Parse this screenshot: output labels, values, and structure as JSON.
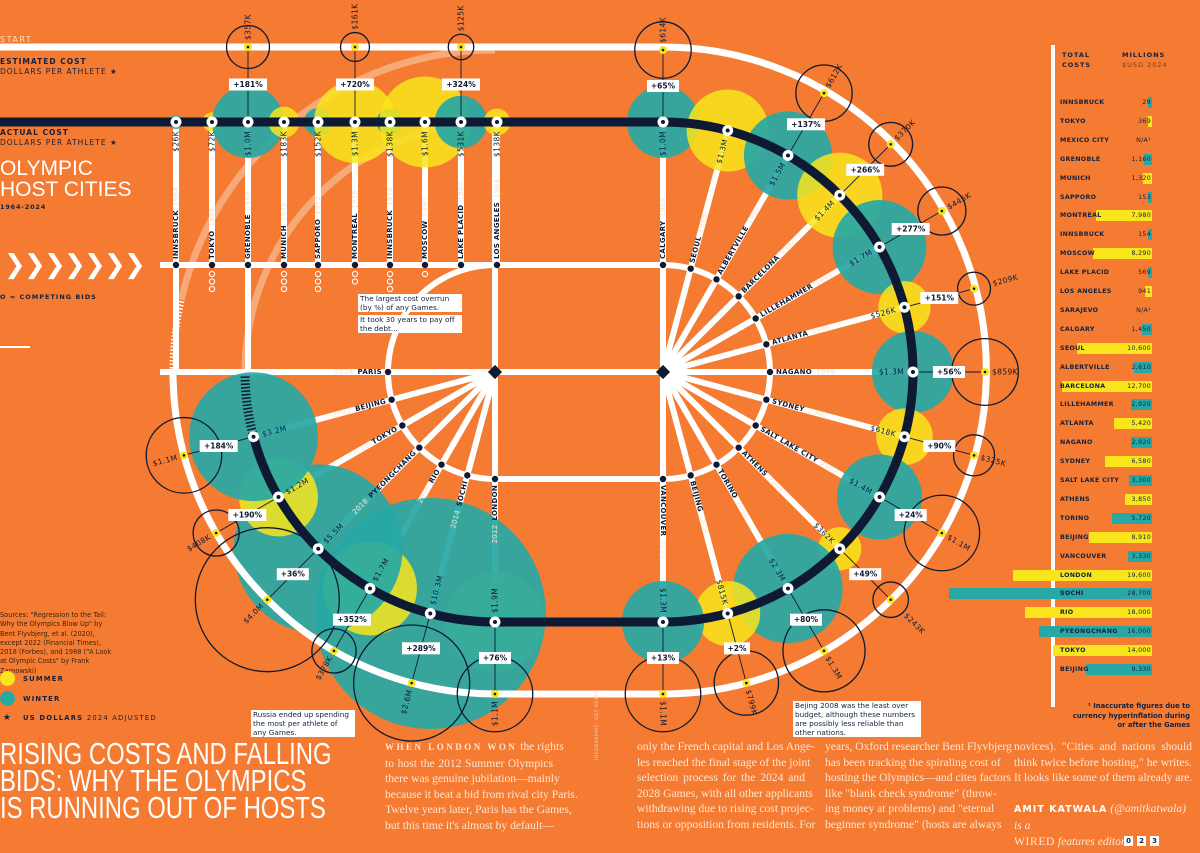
{
  "colors": {
    "background": "#f47b31",
    "summer": "#f8e51c",
    "winter": "#27a8a5",
    "track": "#0e1a33"
  },
  "header": {
    "start": "START",
    "estimated_label": "ESTIMATED COST",
    "estimated_sub": "DOLLARS PER ATHLETE ★",
    "actual_label": "ACTUAL COST",
    "actual_sub": "DOLLARS PER ATHLETE ★",
    "title_line1": "OLYMPIC",
    "title_line2": "HOST CITIES",
    "years": "1964-2024",
    "bids_legend": "O = COMPETING BIDS"
  },
  "sources": "Sources: \"Regression to the Tail: Why the Olympics Blow Up\" by Bent Flyvbjerg, et al. (2020), except 2022 (Financial Times), 2018 (Forbes), and 1988 (\"A Look at Olympic Costs\" by Frank Zarnowski)",
  "legend": {
    "summer": "SUMMER",
    "winter": "WINTER",
    "star_bold": "US DOLLARS",
    "star_rest": "2024 ADJUSTED"
  },
  "notes": {
    "montreal_1": "The largest cost overrun (by %) of any Games.",
    "montreal_2": "It took 30 years to pay off the debt...",
    "sochi": "Russia ended up spending the most per athlete of any Games.",
    "beijing": "Bejing 2008 was the least over budget, although these numbers are possibly less reliable than other nations."
  },
  "games": [
    {
      "city": "INNSBRUCK",
      "year": "1964",
      "season": "winter",
      "actual": "$26K",
      "actual_m": 0.026,
      "estimated": null,
      "estimated_m": null,
      "overrun": null,
      "bids": 2
    },
    {
      "city": "TOKYO",
      "year": "1964",
      "season": "summer",
      "actual": "$72K",
      "actual_m": 0.072,
      "estimated": null,
      "estimated_m": null,
      "overrun": null,
      "bids": 3
    },
    {
      "city": "GRENOBLE",
      "year": "1968",
      "season": "winter",
      "actual": "$1.0M",
      "actual_m": 1.0,
      "estimated": "$357K",
      "estimated_m": 0.357,
      "overrun": "+181%",
      "bids": 5
    },
    {
      "city": "MUNICH",
      "year": "1972",
      "season": "summer",
      "actual": "$183K",
      "actual_m": 0.183,
      "estimated": null,
      "estimated_m": null,
      "overrun": null,
      "bids": 3
    },
    {
      "city": "SAPPORO",
      "year": "1972",
      "season": "winter",
      "actual": "$152K",
      "actual_m": 0.152,
      "estimated": null,
      "estimated_m": null,
      "overrun": null,
      "bids": 3
    },
    {
      "city": "MONTREAL",
      "year": "1976",
      "season": "summer",
      "actual": "$1.3M",
      "actual_m": 1.3,
      "estimated": "$161K",
      "estimated_m": 0.161,
      "overrun": "+720%",
      "bids": 2
    },
    {
      "city": "INNSBRUCK",
      "year": "1976",
      "season": "winter",
      "actual": "$138K",
      "actual_m": 0.138,
      "estimated": null,
      "estimated_m": null,
      "overrun": null,
      "bids": 3
    },
    {
      "city": "MOSCOW",
      "year": "1980",
      "season": "summer",
      "actual": "$1.6M",
      "actual_m": 1.6,
      "estimated": null,
      "estimated_m": null,
      "overrun": null,
      "bids": 1
    },
    {
      "city": "LAKE PLACID",
      "year": "1980",
      "season": "winter",
      "actual": "$531K",
      "actual_m": 0.531,
      "estimated": "$125K",
      "estimated_m": 0.125,
      "overrun": "+324%",
      "bids": 0
    },
    {
      "city": "LOS ANGELES",
      "year": "1984",
      "season": "summer",
      "actual": "$138K",
      "actual_m": 0.138,
      "estimated": null,
      "estimated_m": null,
      "overrun": null,
      "bids": 0
    },
    {
      "city": "CALGARY",
      "year": "1988",
      "season": "winter",
      "actual": "$1.0M",
      "actual_m": 1.0,
      "estimated": "$614K",
      "estimated_m": 0.614,
      "overrun": "+65%",
      "bids": 3
    },
    {
      "city": "SEOUL",
      "year": "1988",
      "season": "summer",
      "actual": "$1.3M",
      "actual_m": 1.3,
      "estimated": null,
      "estimated_m": null,
      "overrun": null,
      "bids": 2
    },
    {
      "city": "ALBERTVILLE",
      "year": "1992",
      "season": "winter",
      "actual": "$1.5M",
      "actual_m": 1.5,
      "estimated": "$612K",
      "estimated_m": 0.612,
      "overrun": "+137%",
      "bids": 6
    },
    {
      "city": "BARCELONA",
      "year": "1992",
      "season": "summer",
      "actual": "$1.4M",
      "actual_m": 1.4,
      "estimated": "$370K",
      "estimated_m": 0.37,
      "overrun": "+266%",
      "bids": 5
    },
    {
      "city": "LILLEHAMMER",
      "year": "1994",
      "season": "winter",
      "actual": "$1.7M",
      "actual_m": 1.7,
      "estimated": "$445K",
      "estimated_m": 0.445,
      "overrun": "+277%",
      "bids": 3
    },
    {
      "city": "ATLANTA",
      "year": "1996",
      "season": "summer",
      "actual": "$526K",
      "actual_m": 0.526,
      "estimated": "$209K",
      "estimated_m": 0.209,
      "overrun": "+151%",
      "bids": 5
    },
    {
      "city": "NAGANO",
      "year": "1998",
      "season": "winter",
      "actual": "$1.3M",
      "actual_m": 1.3,
      "estimated": "$859K",
      "estimated_m": 0.859,
      "overrun": "+56%",
      "bids": 4
    },
    {
      "city": "SYDNEY",
      "year": "2000",
      "season": "summer",
      "actual": "$618K",
      "actual_m": 0.618,
      "estimated": "$325K",
      "estimated_m": 0.325,
      "overrun": "+90%",
      "bids": 4
    },
    {
      "city": "SALT LAKE CITY",
      "year": "2002",
      "season": "winter",
      "actual": "$1.4M",
      "actual_m": 1.4,
      "estimated": "$1.1M",
      "estimated_m": 1.1,
      "overrun": "+24%",
      "bids": 3
    },
    {
      "city": "ATHENS",
      "year": "2004",
      "season": "summer",
      "actual": "$362K",
      "actual_m": 0.362,
      "estimated": "$243K",
      "estimated_m": 0.243,
      "overrun": "+49%",
      "bids": 4
    },
    {
      "city": "TORINO",
      "year": "2006",
      "season": "winter",
      "actual": "$2.3M",
      "actual_m": 2.3,
      "estimated": "$1.3M",
      "estimated_m": 1.3,
      "overrun": "+80%",
      "bids": 5
    },
    {
      "city": "BEIJING",
      "year": "2008",
      "season": "summer",
      "actual": "$815K",
      "actual_m": 0.815,
      "estimated": "$799K",
      "estimated_m": 0.799,
      "overrun": "+2%",
      "bids": 4
    },
    {
      "city": "VANCOUVER",
      "year": "2010",
      "season": "winter",
      "actual": "$1.3M",
      "actual_m": 1.3,
      "estimated": "$1.1M",
      "estimated_m": 1.1,
      "overrun": "+13%",
      "bids": 2
    },
    {
      "city": "LONDON",
      "year": "2012",
      "season": "summer",
      "actual": "$1.9M",
      "actual_m": 1.9,
      "estimated": "$1.1M",
      "estimated_m": 1.1,
      "overrun": "+76%",
      "bids": 4
    },
    {
      "city": "SOCHI",
      "year": "2014",
      "season": "winter",
      "actual": "$10.3M",
      "actual_m": 10.3,
      "estimated": "$2.6M",
      "estimated_m": 2.6,
      "overrun": "+289%",
      "bids": 2
    },
    {
      "city": "RIO",
      "year": "2016",
      "season": "summer",
      "actual": "$1.7M",
      "actual_m": 1.7,
      "estimated": "$378K",
      "estimated_m": 0.378,
      "overrun": "+352%",
      "bids": 3
    },
    {
      "city": "PYEONGCHANG",
      "year": "2018",
      "season": "winter",
      "actual": "$5.5M",
      "actual_m": 5.5,
      "estimated": "$4.0M",
      "estimated_m": 4.0,
      "overrun": "+36%",
      "bids": 2
    },
    {
      "city": "TOKYO",
      "year": "2020",
      "season": "summer",
      "actual": "$1.2M",
      "actual_m": 1.2,
      "estimated": "$408K",
      "estimated_m": 0.408,
      "overrun": "+190%",
      "bids": 2
    },
    {
      "city": "BEIJING",
      "year": "2022",
      "season": "winter",
      "actual": "$3.2M",
      "actual_m": 3.2,
      "estimated": "$1.1M",
      "estimated_m": 1.1,
      "overrun": "+184%",
      "bids": 1
    },
    {
      "city": "PARIS",
      "year": "2024",
      "season": "summer",
      "actual": null,
      "actual_m": null,
      "estimated": null,
      "estimated_m": null,
      "overrun": null,
      "bids": 0
    }
  ],
  "chart_data": {
    "type": "bar",
    "title": "TOTAL COSTS",
    "ylabel": "MILLIONS",
    "ysub": "$USD 2024",
    "categories": [
      "INNSBRUCK",
      "TOKYO",
      "MEXICO CITY",
      "GRENOBLE",
      "MUNICH",
      "SAPPORO",
      "MONTREAL",
      "INNSBRUCK",
      "MOSCOW",
      "LAKE PLACID",
      "LOS ANGELES",
      "SARAJEVO",
      "CALGARY",
      "SEOUL",
      "ALBERTVILLE",
      "BARCELONA",
      "LILLEHAMMER",
      "ATLANTA",
      "NAGANO",
      "SYDNEY",
      "SALT LAKE CITY",
      "ATHENS",
      "TORINO",
      "BEIJING",
      "VANCOUVER",
      "LONDON",
      "SOCHI",
      "RIO",
      "PYEONGCHANG",
      "TOKYO",
      "BEIJING"
    ],
    "values": [
      29,
      369,
      null,
      1160,
      1320,
      153,
      7980,
      154,
      8290,
      569,
      941,
      null,
      1450,
      10600,
      2610,
      12700,
      2920,
      5420,
      2920,
      6580,
      3300,
      3850,
      5720,
      8910,
      3330,
      19600,
      28700,
      18000,
      16000,
      14000,
      9330
    ],
    "labels": [
      "29",
      "369",
      "N/A¹",
      "1,160",
      "1,320",
      "153",
      "7,980",
      "154",
      "8,290",
      "569",
      "941",
      "N/A¹",
      "1,450",
      "10,600",
      "2,610",
      "12,700",
      "2,920",
      "5,420",
      "2,920",
      "6,580",
      "3,300",
      "3,850",
      "5,720",
      "8,910",
      "3,330",
      "19,600",
      "28,700",
      "18,000",
      "16,000",
      "14,000",
      "9,330"
    ],
    "seasons": [
      "winter",
      "summer",
      "summer",
      "winter",
      "summer",
      "winter",
      "summer",
      "winter",
      "summer",
      "winter",
      "summer",
      "winter",
      "winter",
      "summer",
      "winter",
      "summer",
      "winter",
      "summer",
      "winter",
      "summer",
      "winter",
      "summer",
      "winter",
      "summer",
      "winter",
      "summer",
      "winter",
      "summer",
      "winter",
      "summer",
      "winter"
    ],
    "xlim": [
      0,
      28700
    ],
    "footnote": "¹ Inaccurate figures due to currency hyperinflation during or after the Games"
  },
  "article": {
    "headline": [
      "RISING COSTS AND FALLING",
      "BIDS: WHY THE OLYMPICS",
      "IS RUNNING OUT OF HOSTS"
    ],
    "lead": "WHEN LONDON WON",
    "col1": [
      " the rights",
      "to host the 2012 Summer Olympics",
      "there was genuine jubilation—mainly",
      "because it beat a bid from rival city Paris.",
      "Twelve years later, Paris has the Games,",
      "but this time it's almost by default—"
    ],
    "col2": [
      "only the French capital and Los Ange-",
      "les reached the final stage of the joint",
      "selection process for the 2024 and",
      "2028 Games, with all other applicants",
      "withdrawing due to rising cost projec-",
      "tions or opposition from residents. For"
    ],
    "col3": [
      "years, Oxford researcher Bent Flyvbjerg",
      "has been tracking the spiraling cost of",
      "hosting the Olympics—and cites factors",
      "like \"blank check syndrome\" (throw-",
      "ing money at problems) and \"eternal",
      "beginner syndrome\" (hosts are always"
    ],
    "col4": [
      "novices). \"Cities and nations should",
      "think twice before hosting,\" he writes.",
      "It looks like some of them already are."
    ],
    "author": "AMIT KATWALA",
    "author_handle": " (@amitkatwala) is a",
    "publication": "WIRED",
    "author_role": " features editor.",
    "credit": "INFOGRAPHIC: GET RESET"
  },
  "page_number": [
    "0",
    "2",
    "3"
  ]
}
